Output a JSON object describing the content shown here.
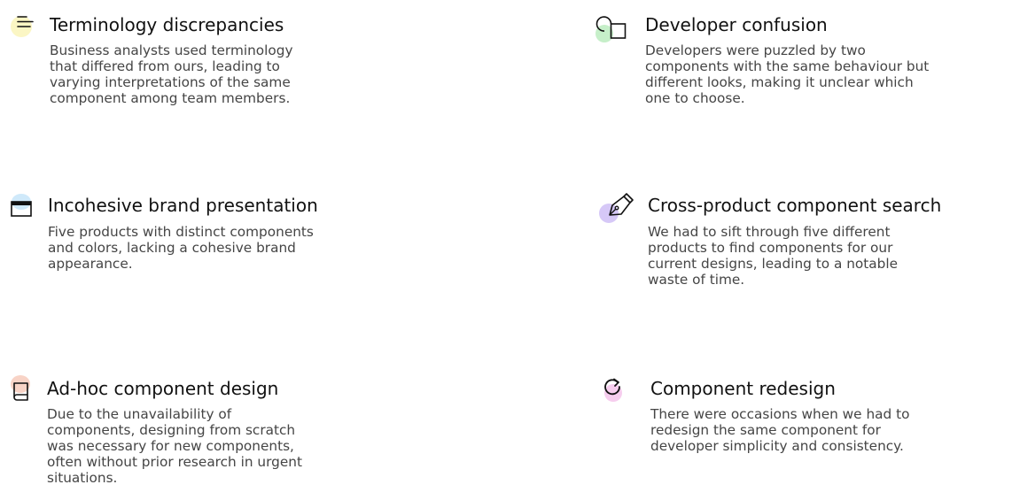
{
  "colors": {
    "title": "#111111",
    "text": "#454545",
    "blob_yellow": "#fbf6c4",
    "blob_green": "#c6efc9",
    "blob_blue": "#cfe9fa",
    "blob_purple": "#d6c8f7",
    "blob_peach": "#f8d3c6",
    "blob_pink": "#f6cdee"
  },
  "cards": [
    {
      "icon": "menu-lines-icon",
      "title": "Terminology discrepancies",
      "description": "Business analysts used terminology that differed from ours, leading to varying interpretations of the same component among team members."
    },
    {
      "icon": "shapes-icon",
      "title": "Developer confusion",
      "description": "Developers were puzzled by two components with the same behaviour but different looks, making it unclear which one to choose."
    },
    {
      "icon": "browser-window-icon",
      "title": "Incohesive brand presentation",
      "description": "Five products with distinct components and colors, lacking a cohesive brand appearance."
    },
    {
      "icon": "pen-nib-icon",
      "title": "Cross-product component search",
      "description": "We had to sift through five different products to find components for our current designs, leading to a notable waste of time."
    },
    {
      "icon": "book-icon",
      "title": "Ad-hoc component design",
      "description": "Due to the unavailability of components, designing from scratch was necessary for new components, often without prior research in urgent situations."
    },
    {
      "icon": "refresh-icon",
      "title": "Component redesign",
      "description": "There were occasions when we had to redesign the same component for developer simplicity and consistency."
    }
  ]
}
